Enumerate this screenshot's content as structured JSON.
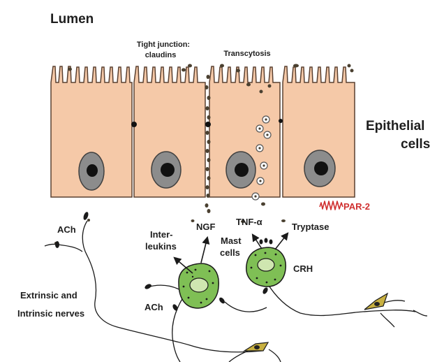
{
  "labels": {
    "lumen": "Lumen",
    "tight_junction_1": "Tight junction:",
    "tight_junction_2": "claudins",
    "transcytosis": "Transcytosis",
    "epithelial_1": "Epithelial",
    "epithelial_2": "cells",
    "par2": "PAR-2",
    "ach_top": "ACh",
    "interleukins_1": "Inter-",
    "interleukins_2": "leukins",
    "ngf": "NGF",
    "tnf": "TNF-α",
    "tryptase": "Tryptase",
    "mast_1": "Mast",
    "mast_2": "cells",
    "crh": "CRH",
    "nerves_1": "Extrinsic and",
    "nerves_2": "Intrinsic nerves",
    "ach_bottom": "ACh"
  },
  "colors": {
    "cell_fill": "#f5c9a8",
    "cell_stroke": "#5a4030",
    "nucleus_gray": "#8c8c8c",
    "mast_fill": "#7fbf55",
    "par2_red": "#d03030",
    "neuron_fill": "#c8b040"
  }
}
